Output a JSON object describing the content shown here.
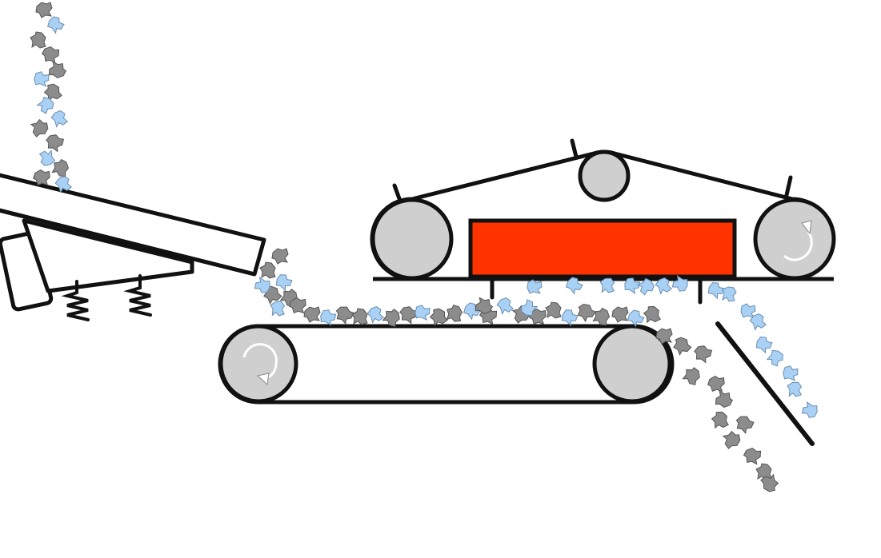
{
  "diagram": {
    "description_visible_text": "",
    "colors": {
      "background": "#ffffff",
      "outline": "#111111",
      "pulley_fill": "#cfcfcf",
      "magnet_fill": "#ff3300",
      "feeder_fill": "#ffffff",
      "non_magnetic_particle": "#a9d0f5",
      "magnetic_particle": "#8c8c8c",
      "rotation_arrow": "#ffffff"
    },
    "components": {
      "feeder": "vibratory-feeder",
      "springs": "spring-icon",
      "lower_belt": "conveyor-belt",
      "upper_belt": "overband-magnetic-separator-belt",
      "magnet": "magnet-block",
      "splitter": "splitter-plate",
      "rotation_icons": "rotation-arrow-icon"
    }
  }
}
